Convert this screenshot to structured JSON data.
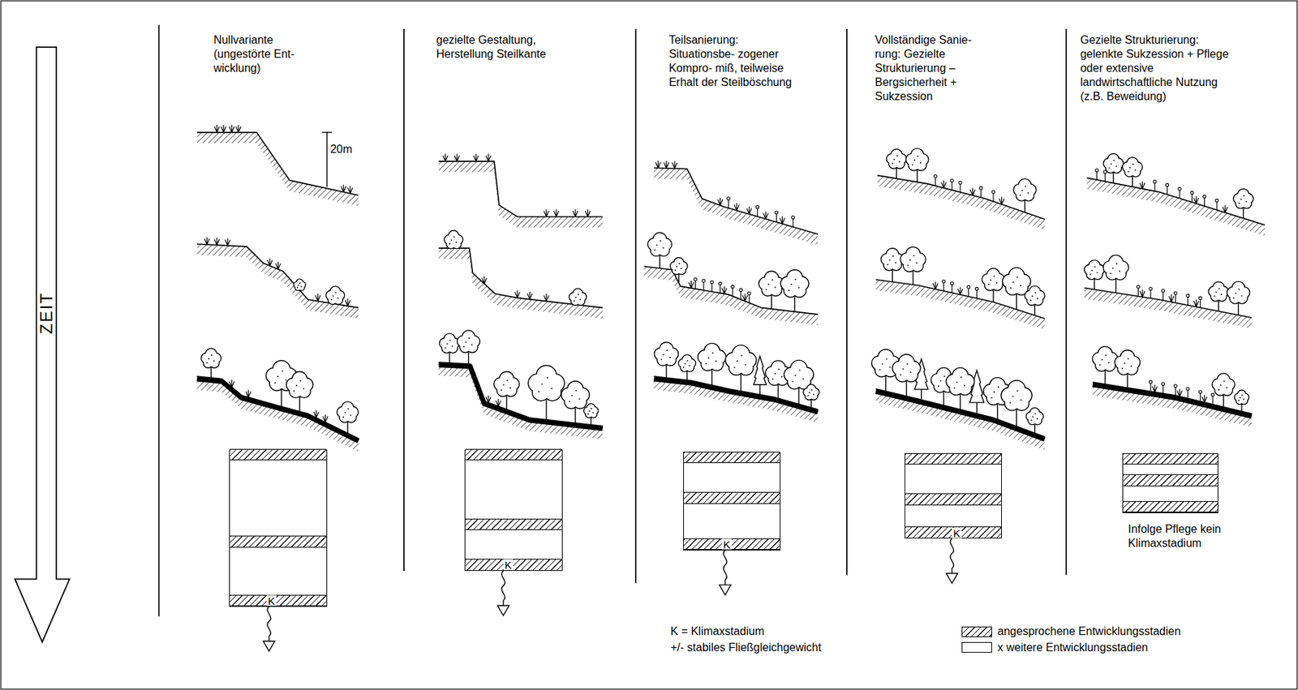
{
  "diagram": {
    "nodes": [
      {
        "text": [
          "K"
        ]
      },
      {
        "text": [
          "K"
        ]
      },
      {
        "text": [
          "K"
        ]
      },
      {
        "text": [
          "K"
        ]
      },
      {
        "text": [
          "Infolge Pflege kein Klimaxstadium"
        ]
      }
    ],
    "labels": [
      "ZEIT",
      "Nullvariante (ungestörte Ent- wicklung)",
      "gezielte Gestaltung, Herstellung Steilkante",
      "Teilsanierung: Situationsbe- zogener Kompro- miß, teilweise Erhalt der Steilböschung",
      "Vollständige Sanie- rung: Gezielte Strukturierung – Bergsicherheit + Sukzession",
      "Gezielte Strukturierung: gelenkte Sukzession + Pflege oder extensive landwirtschaftliche Nutzung (z.B. Beweidung)",
      "20m",
      "K = Klimaxstadium",
      "+/- stabiles Fließgleichgewicht"
    ],
    "legend": [
      {
        "text": "angesprochene Entwicklungsstadien"
      },
      {
        "text": "x weitere Entwicklungsstadien",
        "color": "#ffffff"
      }
    ]
  }
}
